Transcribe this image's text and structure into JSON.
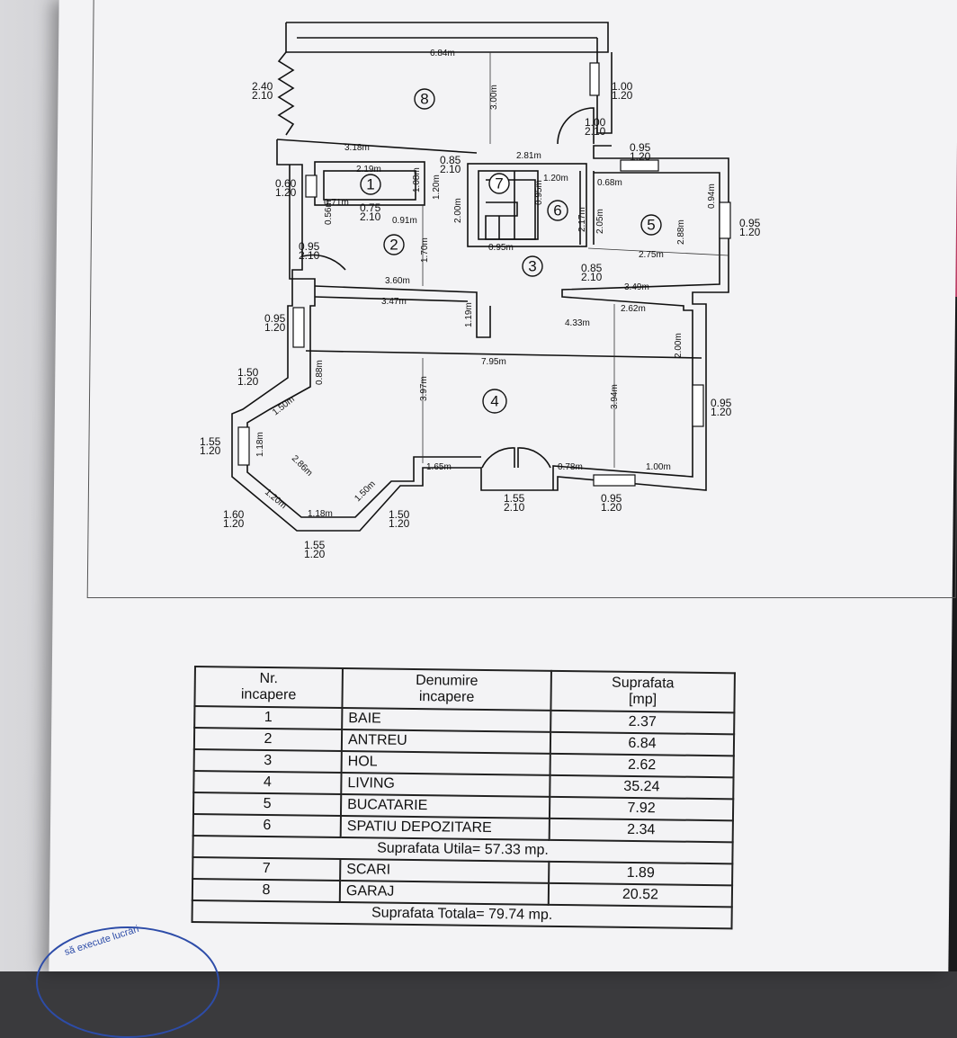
{
  "plan": {
    "rooms": [
      {
        "label": "1"
      },
      {
        "label": "2"
      },
      {
        "label": "3"
      },
      {
        "label": "4"
      },
      {
        "label": "5"
      },
      {
        "label": "6"
      },
      {
        "label": "7"
      },
      {
        "label": "8"
      }
    ],
    "dimensions": [
      "6.84m",
      "3.00m",
      "3.18m",
      "2.81m",
      "2.19m",
      "1.08m",
      "1.20m",
      "0.71m",
      "0.91m",
      "0.56m",
      "1.70m",
      "3.60m",
      "3.47m",
      "1.19m",
      "2.00m",
      "0.95m",
      "1.20m",
      "0.95m",
      "2.17m",
      "0.68m",
      "2.05m",
      "0.94m",
      "2.88m",
      "2.75m",
      "3.49m",
      "2.62m",
      "4.33m",
      "2.00m",
      "7.95m",
      "0.88m",
      "3.97m",
      "3.94m",
      "1.50m",
      "1.18m",
      "2.86m",
      "1.20m",
      "1.18m",
      "1.50m",
      "1.65m",
      "0.78m",
      "1.00m"
    ],
    "openings": [
      [
        "2.40",
        "2.10"
      ],
      [
        "1.00",
        "1.20"
      ],
      [
        "1.00",
        "2.10"
      ],
      [
        "0.85",
        "2.10"
      ],
      [
        "0.95",
        "1.20"
      ],
      [
        "0.60",
        "1.20"
      ],
      [
        "0.75",
        "2.10"
      ],
      [
        "0.95",
        "2.10"
      ],
      [
        "0.95",
        "1.20"
      ],
      [
        "0.85",
        "2.10"
      ],
      [
        "0.95",
        "1.20"
      ],
      [
        "1.50",
        "1.20"
      ],
      [
        "0.95",
        "1.20"
      ],
      [
        "1.55",
        "1.20"
      ],
      [
        "1.60",
        "1.20"
      ],
      [
        "1.55",
        "1.20"
      ],
      [
        "1.50",
        "1.20"
      ],
      [
        "1.55",
        "2.10"
      ],
      [
        "0.95",
        "1.20"
      ]
    ]
  },
  "table": {
    "headers": {
      "nr": [
        "Nr.",
        "incapere"
      ],
      "name": [
        "Denumire",
        "incapere"
      ],
      "area": [
        "Suprafata",
        "[mp]"
      ]
    },
    "rows": [
      {
        "nr": "1",
        "name": "BAIE",
        "area": "2.37"
      },
      {
        "nr": "2",
        "name": "ANTREU",
        "area": "6.84"
      },
      {
        "nr": "3",
        "name": "HOL",
        "area": "2.62"
      },
      {
        "nr": "4",
        "name": "LIVING",
        "area": "35.24"
      },
      {
        "nr": "5",
        "name": "BUCATARIE",
        "area": "7.92"
      },
      {
        "nr": "6",
        "name": "SPATIU DEPOZITARE",
        "area": "2.34"
      }
    ],
    "subtotal": "Suprafata Utila= 57.33 mp.",
    "rows2": [
      {
        "nr": "7",
        "name": "SCARI",
        "area": "1.89"
      },
      {
        "nr": "8",
        "name": "GARAJ",
        "area": "20.52"
      }
    ],
    "total": "Suprafata Totala= 79.74 mp."
  },
  "stamp": {
    "text": "să execute lucrări"
  }
}
